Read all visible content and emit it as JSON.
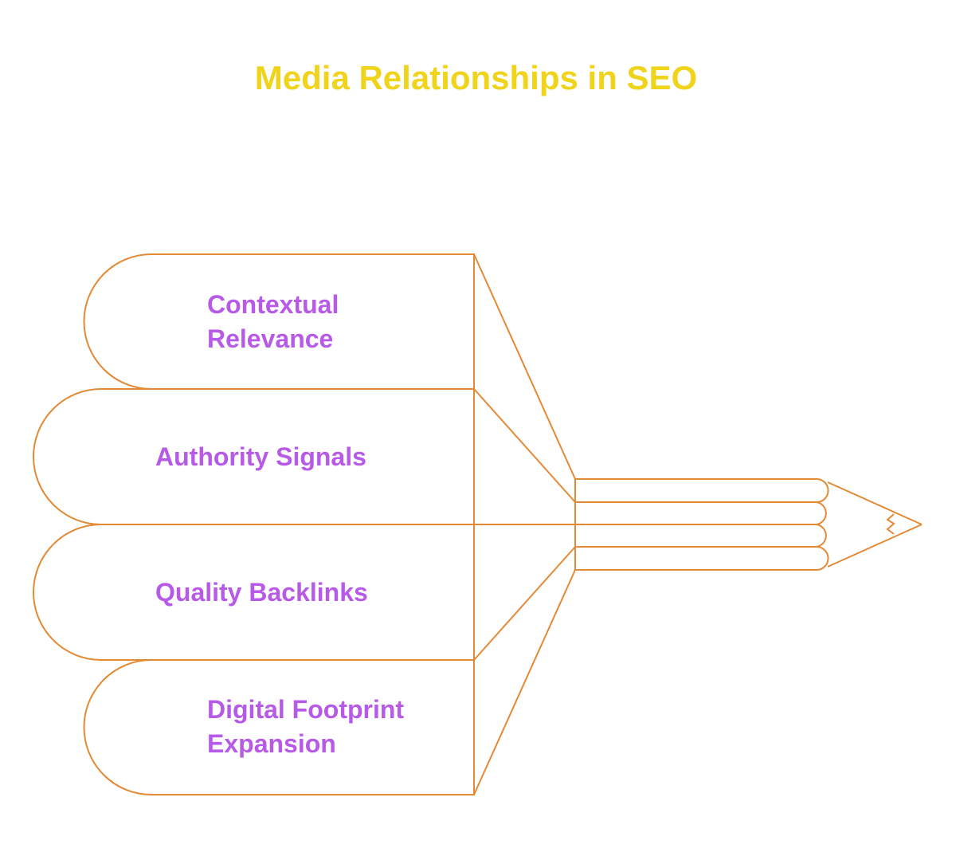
{
  "title": "Media Relationships in SEO",
  "colors": {
    "title": "#f0d41c",
    "label": "#b75ae8",
    "stroke": "#e38a35",
    "background": "#ffffff"
  },
  "segments": [
    {
      "label": "Contextual Relevance"
    },
    {
      "label": "Authority Signals"
    },
    {
      "label": "Quality Backlinks"
    },
    {
      "label": "Digital Footprint Expansion"
    }
  ],
  "icon": "pencil-icon"
}
